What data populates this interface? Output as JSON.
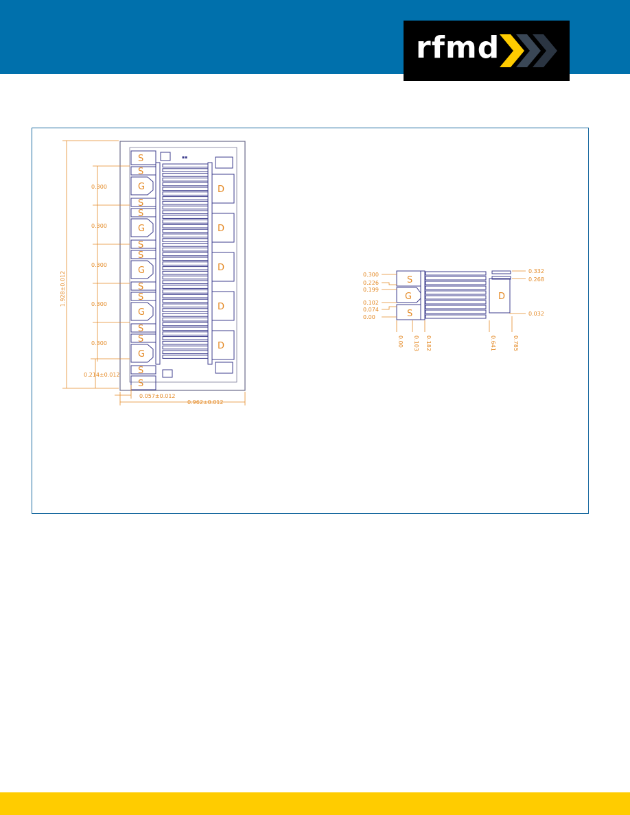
{
  "logo": {
    "text": "rfmd",
    "mark": "chevron-arrows-icon",
    "bg": "#000000",
    "accent": "#ffcc00"
  },
  "colors": {
    "header": "#0070ac",
    "footer": "#ffcc00",
    "dimension": "#e48a26",
    "layout": "#3c3c8c"
  },
  "full_die": {
    "pads_left": [
      "S",
      "S",
      "G",
      "S",
      "S",
      "G",
      "S",
      "S",
      "G",
      "S",
      "S",
      "G",
      "S",
      "S",
      "G",
      "S",
      "S"
    ],
    "pads_right": [
      "D",
      "D",
      "D",
      "D",
      "D"
    ],
    "pitch_label": "0.300",
    "height_label": "1.928±0.012",
    "bottom_offset_label": "0.214±0.012",
    "left_offset_label": "0.057±0.012",
    "width_label": "0.962±0.012"
  },
  "unit_cell": {
    "left_labels": [
      "0.300",
      "0.226",
      "0.199",
      "0.102",
      "0.074",
      "0.00"
    ],
    "right_labels": [
      "0.332",
      "0.268",
      "0.032"
    ],
    "bottom_labels": [
      "0.00",
      "0.103",
      "0.182",
      "0.641",
      "0.785"
    ],
    "pads": [
      "S",
      "G",
      "S",
      "D"
    ]
  }
}
